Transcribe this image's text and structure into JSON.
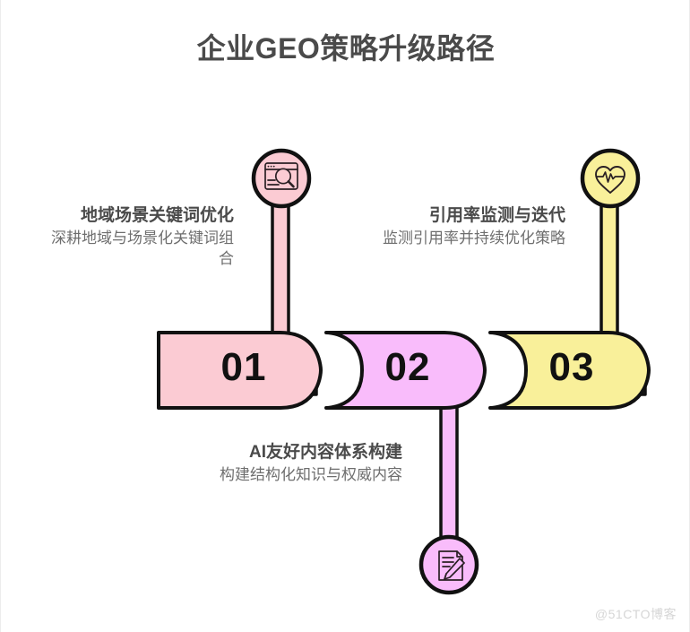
{
  "header": {
    "title": "企业GEO策略升级路径"
  },
  "colors": {
    "step1_fill": "#FBCBD3",
    "step2_fill": "#F9BCFB",
    "step3_fill": "#F9F09A",
    "outline": "#111111",
    "title_text": "#4a4a4a",
    "desc_text": "#6e6e6e",
    "number_text": "#111111",
    "background": "#ffffff",
    "watermark_text": "#d6d6d6"
  },
  "steps": [
    {
      "number": "01",
      "title": "地域场景关键词优化",
      "description": "深耕地域与场景化关键词组合",
      "icon": "browser-search-icon",
      "color": "#FBCBD3",
      "label_position": "above-left"
    },
    {
      "number": "02",
      "title": "AI友好内容体系构建",
      "description": "构建结构化知识与权威内容",
      "icon": "document-pencil-icon",
      "color": "#F9BCFB",
      "label_position": "below-center"
    },
    {
      "number": "03",
      "title": "引用率监测与迭代",
      "description": "监测引用率并持续优化策略",
      "icon": "heart-pulse-icon",
      "color": "#F9F09A",
      "label_position": "above-right"
    }
  ],
  "footer": {
    "watermark": "@51CTO博客"
  }
}
